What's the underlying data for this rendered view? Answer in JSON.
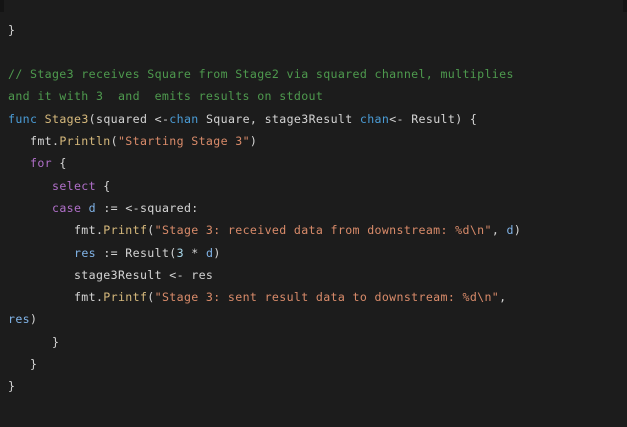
{
  "editor": {
    "language": "go",
    "background_color": "#1c1c1c",
    "gutter_color": "#141414",
    "default_text_color": "#d4d4d4",
    "theme_colors": {
      "comment": "#4e9a4e",
      "keyword": "#4a9cd6",
      "control": "#b06fc9",
      "function": "#d7ba7d",
      "string": "#d98b6a",
      "variable": "#81b4e8",
      "number": "#a8d8ea"
    },
    "lines": [
      {
        "id": "line-1",
        "tokens": [
          {
            "t": "}",
            "c": "brace"
          }
        ]
      },
      {
        "id": "line-2",
        "tokens": []
      },
      {
        "id": "line-3",
        "tokens": [
          {
            "t": "// Stage3 receives Square from Stage2 via squared channel, multiplies",
            "c": "comment"
          }
        ]
      },
      {
        "id": "line-4",
        "tokens": [
          {
            "t": "and it with 3  and  emits results on stdout",
            "c": "comment"
          }
        ]
      },
      {
        "id": "line-5",
        "tokens": [
          {
            "t": "func",
            "c": "keyword"
          },
          {
            "t": " ",
            "c": "plain"
          },
          {
            "t": "Stage3",
            "c": "func"
          },
          {
            "t": "(squared <-",
            "c": "plain"
          },
          {
            "t": "chan",
            "c": "keyword"
          },
          {
            "t": " Square, stage3Result ",
            "c": "plain"
          },
          {
            "t": "chan",
            "c": "keyword"
          },
          {
            "t": "<- Result) {",
            "c": "plain"
          }
        ]
      },
      {
        "id": "line-6",
        "tokens": [
          {
            "t": "   fmt.",
            "c": "plain"
          },
          {
            "t": "Println",
            "c": "func"
          },
          {
            "t": "(",
            "c": "plain"
          },
          {
            "t": "\"Starting Stage 3\"",
            "c": "string"
          },
          {
            "t": ")",
            "c": "plain"
          }
        ]
      },
      {
        "id": "line-7",
        "tokens": [
          {
            "t": "   ",
            "c": "plain"
          },
          {
            "t": "for",
            "c": "control"
          },
          {
            "t": " {",
            "c": "plain"
          }
        ]
      },
      {
        "id": "line-8",
        "tokens": [
          {
            "t": "      ",
            "c": "plain"
          },
          {
            "t": "select",
            "c": "control"
          },
          {
            "t": " {",
            "c": "plain"
          }
        ]
      },
      {
        "id": "line-9",
        "tokens": [
          {
            "t": "      ",
            "c": "plain"
          },
          {
            "t": "case",
            "c": "control"
          },
          {
            "t": " ",
            "c": "plain"
          },
          {
            "t": "d",
            "c": "var"
          },
          {
            "t": " := <-squared:",
            "c": "plain"
          }
        ]
      },
      {
        "id": "line-10",
        "tokens": [
          {
            "t": "         fmt.",
            "c": "plain"
          },
          {
            "t": "Printf",
            "c": "func"
          },
          {
            "t": "(",
            "c": "plain"
          },
          {
            "t": "\"Stage 3: received data from downstream: %d\\n\"",
            "c": "string"
          },
          {
            "t": ", ",
            "c": "plain"
          },
          {
            "t": "d",
            "c": "var"
          },
          {
            "t": ")",
            "c": "plain"
          }
        ]
      },
      {
        "id": "line-11",
        "tokens": [
          {
            "t": "         ",
            "c": "plain"
          },
          {
            "t": "res",
            "c": "var"
          },
          {
            "t": " := Result(",
            "c": "plain"
          },
          {
            "t": "3",
            "c": "number"
          },
          {
            "t": " * ",
            "c": "plain"
          },
          {
            "t": "d",
            "c": "var"
          },
          {
            "t": ")",
            "c": "plain"
          }
        ]
      },
      {
        "id": "line-12",
        "tokens": [
          {
            "t": "         stage3Result <- res",
            "c": "plain"
          }
        ]
      },
      {
        "id": "line-13",
        "tokens": [
          {
            "t": "         fmt.",
            "c": "plain"
          },
          {
            "t": "Printf",
            "c": "func"
          },
          {
            "t": "(",
            "c": "plain"
          },
          {
            "t": "\"Stage 3: sent result data to downstream: %d\\n\"",
            "c": "string"
          },
          {
            "t": ",",
            "c": "plain"
          }
        ]
      },
      {
        "id": "line-14",
        "tokens": [
          {
            "t": "res",
            "c": "var"
          },
          {
            "t": ")",
            "c": "plain"
          }
        ]
      },
      {
        "id": "line-15",
        "tokens": [
          {
            "t": "      }",
            "c": "brace"
          }
        ]
      },
      {
        "id": "line-16",
        "tokens": [
          {
            "t": "   }",
            "c": "brace"
          }
        ]
      },
      {
        "id": "line-17",
        "tokens": [
          {
            "t": "}",
            "c": "brace"
          }
        ]
      },
      {
        "id": "line-18",
        "tokens": []
      }
    ]
  }
}
